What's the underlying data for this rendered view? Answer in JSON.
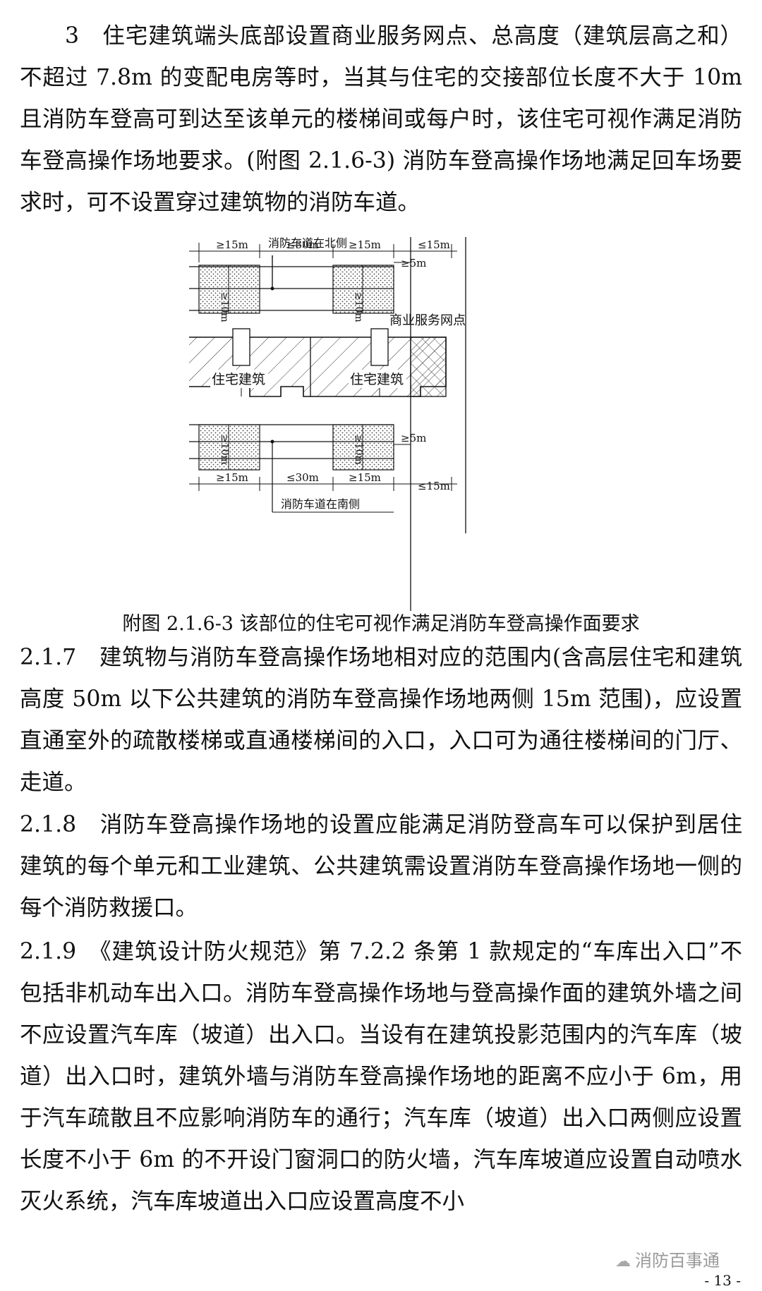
{
  "paragraphs": [
    "3　住宅建筑端头底部设置商业服务网点、总高度（建筑层高之和）不超过 7.8m 的变配电房等时，当其与住宅的交接部位长度不大于 10m 且消防车登高可到达至该单元的楼梯间或每户时，该住宅可视作满足消防车登高操作场地要求。(附图 2.1.6-3) 消防车登高操作场地满足回车场要求时，可不设置穿过建筑物的消防车道。",
    "2.1.7　建筑物与消防车登高操作场地相对应的范围内(含高层住宅和建筑高度 50m 以下公共建筑的消防车登高操作场地两侧 15m 范围)，应设置直通室外的疏散楼梯或直通楼梯间的入口，入口可为通往楼梯间的门厅、走道。",
    "2.1.8　消防车登高操作场地的设置应能满足消防登高车可以保护到居住建筑的每个单元和工业建筑、公共建筑需设置消防车登高操作场地一侧的每个消防救援口。",
    "2.1.9　《建筑设计防火规范》第 7.2.2 条第 1 款规定的“车库出入口”不包括非机动车出入口。消防车登高操作场地与登高操作面的建筑外墙之间不应设置汽车库（坡道）出入口。当设有在建筑投影范围内的汽车库（坡道）出入口时，建筑外墙与消防车登高操作场地的距离不应小于 6m，用于汽车疏散且不应影响消防车的通行；汽车库（坡道）出入口两侧应设置长度不小于 6m 的不开设门窗洞口的防火墙，汽车库坡道应设置自动喷水灭火系统，汽车库坡道出入口应设置高度不小"
  ],
  "figure": {
    "label_north": "消防车道在北侧",
    "label_south": "消防车道在南侧",
    "label_commercial": "商业服务网点",
    "label_building_1": "住宅建筑",
    "label_building_2": "住宅建筑",
    "dim_ge15": "≥15m",
    "dim_le30": "≤30m",
    "dim_le15": "≤15m",
    "dim_ge5": "≥5m",
    "dim_ge10": "≥10m"
  },
  "caption": "附图 2.1.6-3 该部位的住宅可视作满足消防车登高操作面要求",
  "watermark": "消防百事通",
  "page_number": "- 13 -"
}
